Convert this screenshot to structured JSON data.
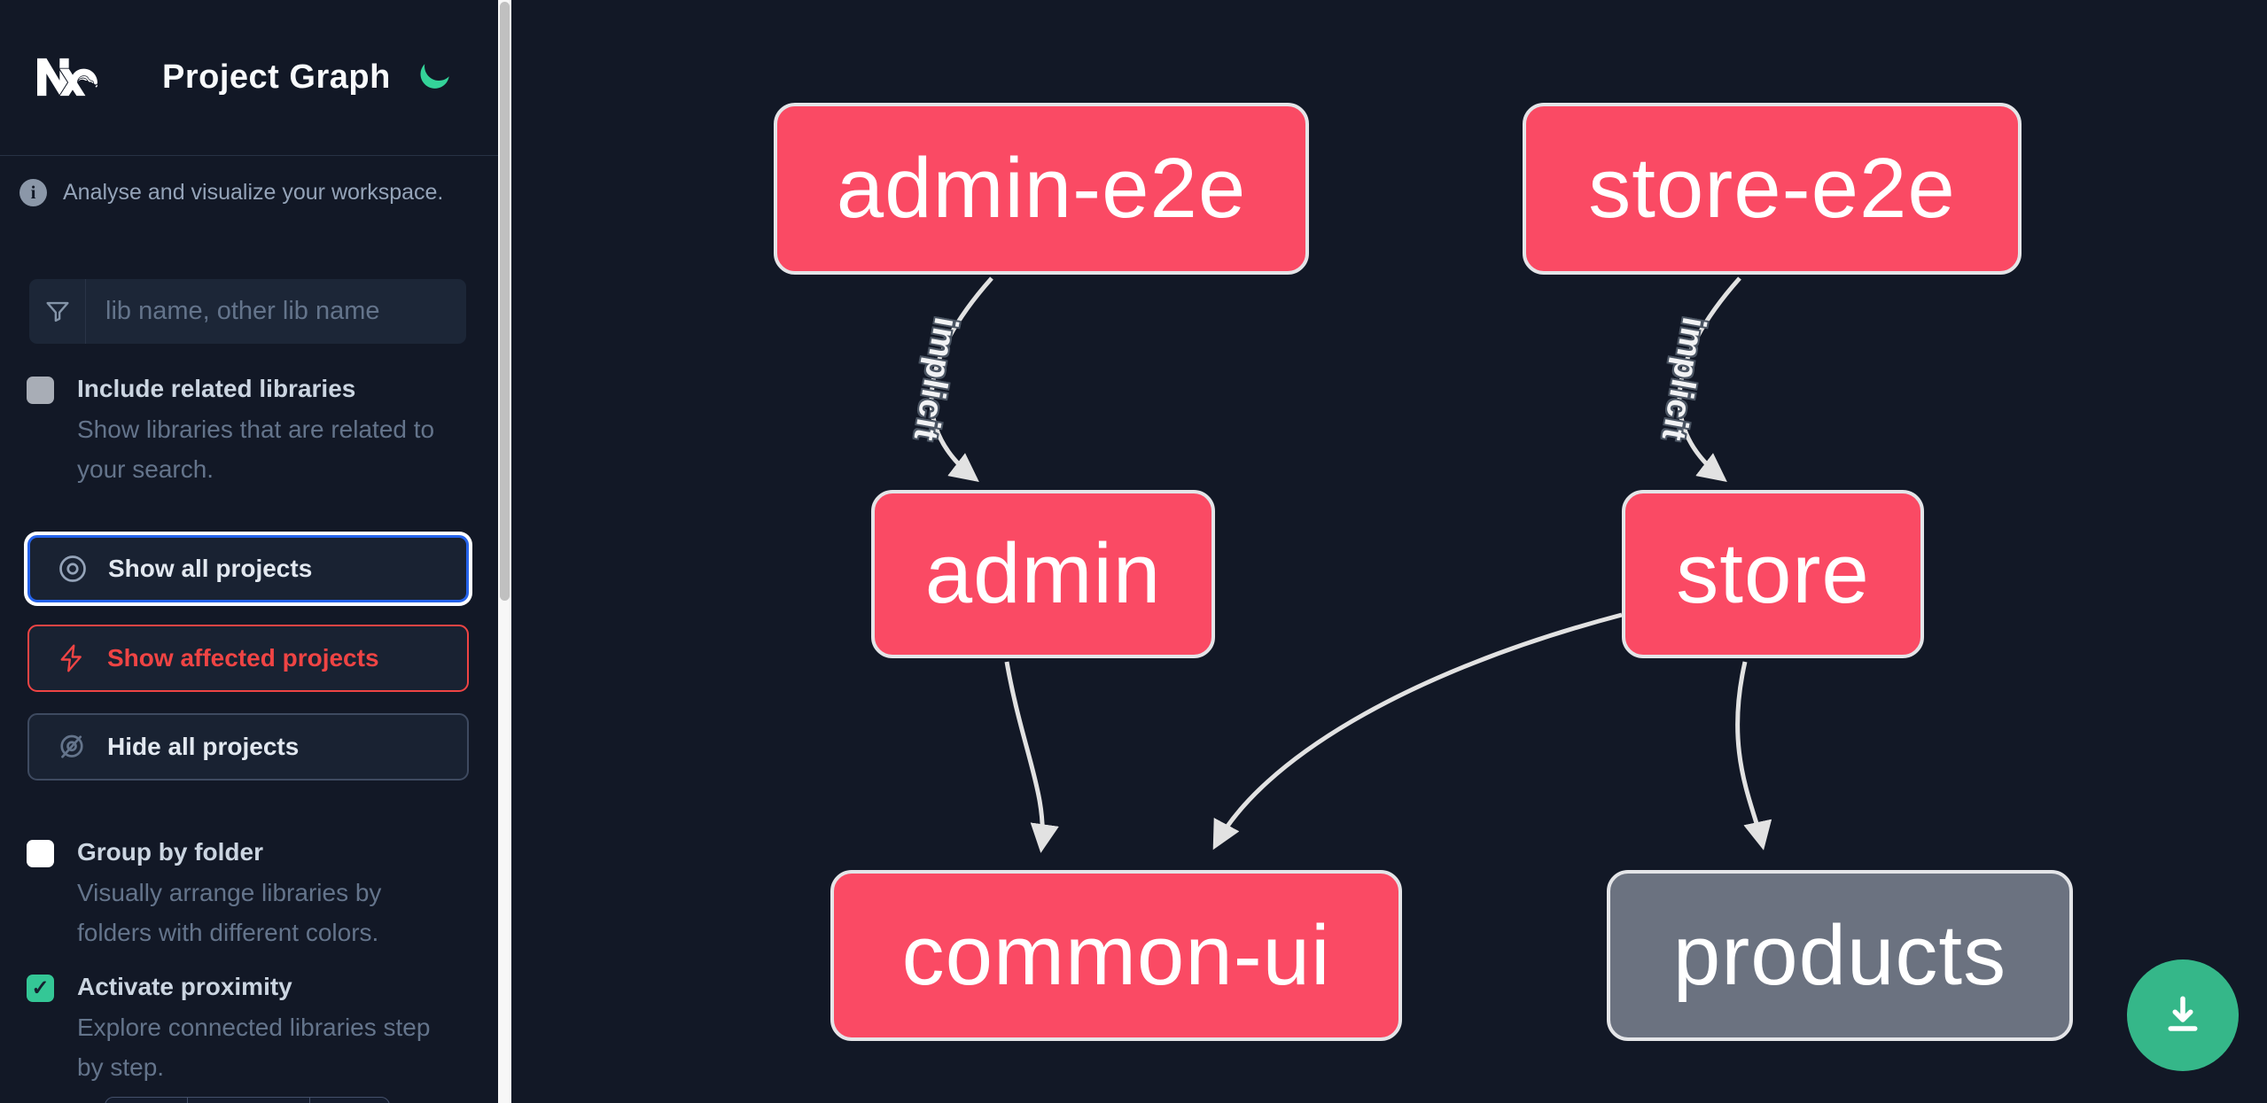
{
  "header": {
    "title": "Project Graph",
    "logo_icon": "nx-logo",
    "theme_toggle_icon": "moon-icon"
  },
  "sidebar": {
    "tagline": "Analyse and visualize your workspace.",
    "info_icon": "info-icon",
    "info_glyph": "i",
    "search": {
      "placeholder": "lib name, other lib name",
      "value": "",
      "icon": "funnel-icon"
    },
    "options": [
      {
        "label": "Include related libraries",
        "description": "Show libraries that are related to\nyour search.",
        "checked": false,
        "state": "disabled"
      },
      {
        "label": "Group by folder",
        "description": "Visually arrange libraries by\nfolders with different colors.",
        "checked": false,
        "state": "enabled"
      },
      {
        "label": "Activate proximity",
        "description": "Explore connected libraries step\nby step.",
        "checked": true,
        "state": "enabled",
        "checkmark": "✓"
      }
    ],
    "actions": [
      {
        "label": "Show all projects",
        "icon": "eye-icon",
        "state": "focused"
      },
      {
        "label": "Show affected projects",
        "icon": "bolt-icon",
        "state": "affected"
      },
      {
        "label": "Hide all projects",
        "icon": "eye-slash-icon",
        "state": "default"
      }
    ]
  },
  "graph": {
    "nodes": [
      {
        "id": "admin-e2e",
        "label": "admin-e2e",
        "type": "e2e-app",
        "color": "#fa4a64"
      },
      {
        "id": "store-e2e",
        "label": "store-e2e",
        "type": "e2e-app",
        "color": "#fa4a64"
      },
      {
        "id": "admin",
        "label": "admin",
        "type": "app",
        "color": "#fa4a64"
      },
      {
        "id": "store",
        "label": "store",
        "type": "app",
        "color": "#fa4a64"
      },
      {
        "id": "common-ui",
        "label": "common-ui",
        "type": "lib",
        "color": "#fa4a64"
      },
      {
        "id": "products",
        "label": "products",
        "type": "lib",
        "color": "#6b7280"
      }
    ],
    "edges": [
      {
        "source": "admin-e2e",
        "target": "admin",
        "label": "implicit"
      },
      {
        "source": "store-e2e",
        "target": "store",
        "label": "implicit"
      },
      {
        "source": "admin",
        "target": "common-ui",
        "label": ""
      },
      {
        "source": "store",
        "target": "common-ui",
        "label": ""
      },
      {
        "source": "store",
        "target": "products",
        "label": ""
      }
    ]
  },
  "fab": {
    "icon": "download-icon",
    "color": "#35b789"
  },
  "colors": {
    "background": "#121826",
    "node_affected": "#fa4a64",
    "node_default": "#6b7280",
    "node_border": "#e4e5e8",
    "edge": "#e2e2e2",
    "accent_blue": "#2563eb",
    "accent_red": "#ef4444",
    "accent_green": "#34c796",
    "fab_green": "#35b789",
    "text_muted": "#64748b"
  }
}
